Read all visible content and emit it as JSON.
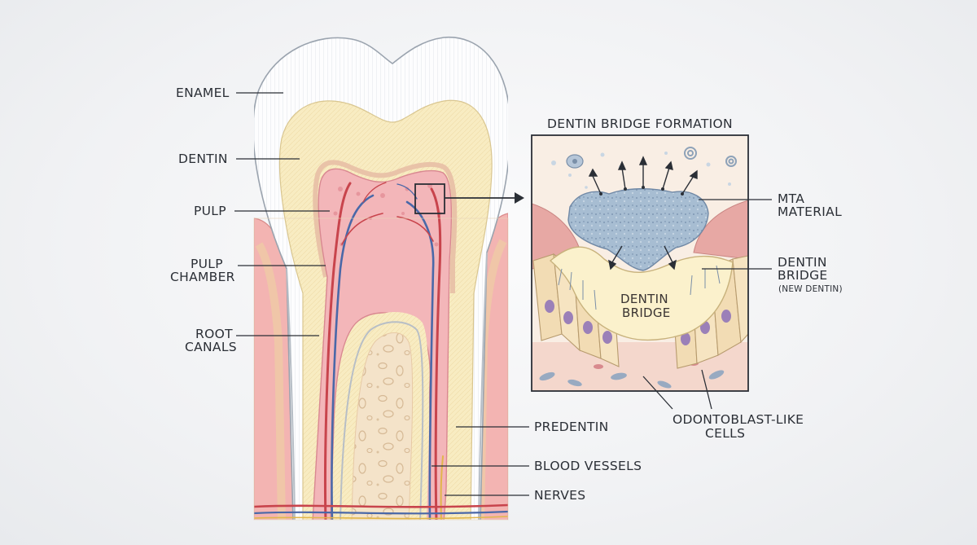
{
  "labels": {
    "enamel": "ENAMEL",
    "dentin": "DENTIN",
    "pulp": "PULP",
    "pulp_chamber_1": "PULP",
    "pulp_chamber_2": "CHAMBER",
    "root_canals_1": "ROOT",
    "root_canals_2": "CANALS",
    "predentin": "PREDENTIN",
    "blood_vessels": "BLOOD VESSELS",
    "nerves": "NERVES"
  },
  "inset": {
    "title": "DENTIN BRIDGE FORMATION",
    "center_label_1": "DENTIN",
    "center_label_2": "BRIDGE",
    "mta_1": "MTA",
    "mta_2": "MATERIAL",
    "bridge_1": "DENTIN",
    "bridge_2": "BRIDGE",
    "bridge_note": "(NEW DENTIN)",
    "cells_1": "ODONTOBLAST-LIKE",
    "cells_2": "CELLS"
  },
  "colors": {
    "enamel": "#ffffff",
    "dentin": "#f7ecc0",
    "pulp": "#f2b5b8",
    "gum": "#f3b3b1",
    "bone": "#f3e1c6",
    "vessel_red": "#c8444c",
    "vessel_blue": "#4a68a8",
    "mta": "#a9bfd3",
    "line": "#2b2f36"
  }
}
